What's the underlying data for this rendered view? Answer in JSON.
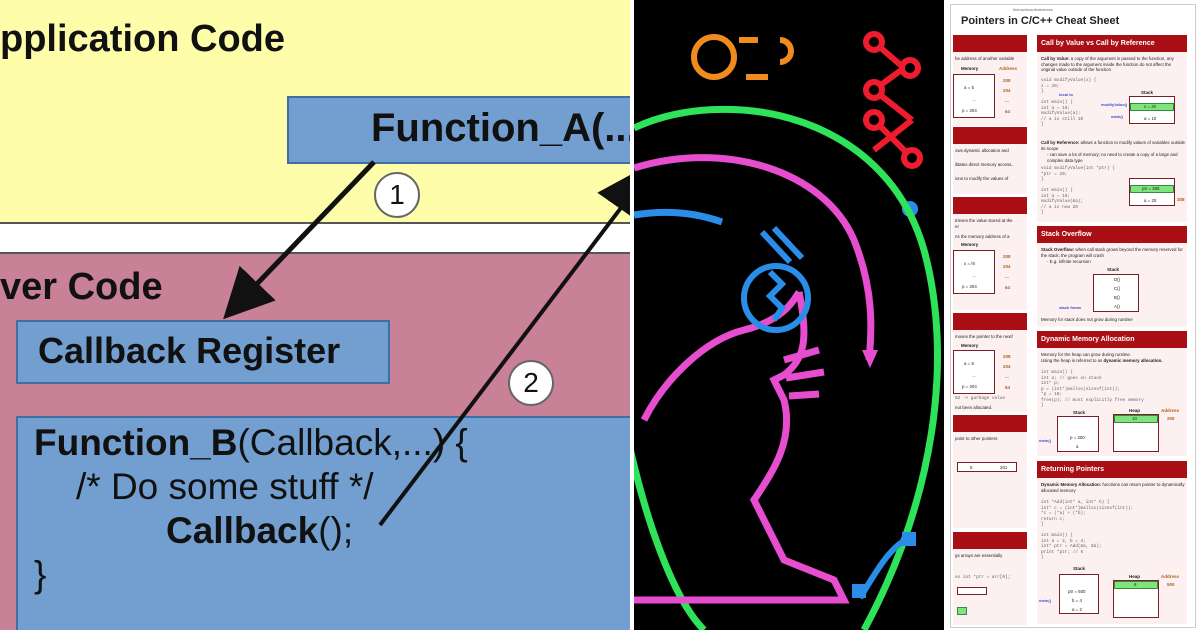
{
  "left_diagram": {
    "app_title": "pplication Code",
    "driver_title": "ver Code",
    "function_a": "Function_A(...",
    "callback_register": "Callback Register",
    "function_b_name": "Function_B",
    "function_b_args": "(Callback,...) {",
    "comment": "/* Do some stuff */",
    "callback_call": "Callback",
    "callback_call_tail": "();",
    "closing_brace": "}",
    "step_1": "1",
    "step_2": "2"
  },
  "cheat_sheet": {
    "brand": "thenucleusofuniverses",
    "title": "Pointers in C/C++ Cheat Sheet",
    "sections_left": {
      "address_text": "he address of another variable",
      "mem_header": "Memory",
      "addr_header": "Address",
      "mem_rows": [
        "a = 5",
        "...",
        "p = 204"
      ],
      "addr_vals": [
        "208",
        "204",
        "...",
        "64"
      ],
      "dyn_text_1": "ows dynamic allocation and",
      "dyn_text_2": "ilitates direct memory access,",
      "dyn_text_3": "ions to modify the values of",
      "deref_text_1": "trieves the value stored at the",
      "deref_text_2": "er",
      "deref_text_3": "ns the memory address of a",
      "deref_rows": [
        "x = ̸ 8",
        "...",
        "p = 204"
      ],
      "deref_addr": [
        "208",
        "204",
        "...",
        "64"
      ],
      "move_text": "moves the pointer to the next/",
      "move_rows": [
        "a = 5",
        "...",
        "p = 204"
      ],
      "move_addr": [
        "208",
        "204",
        "...",
        "64"
      ],
      "garbage_comment": "02 -> garbage value",
      "not_alloc": "not been allocated.",
      "ptr_to_ptr": "point to other pointers",
      "pp_vals": [
        "5",
        "201"
      ],
      "arrays_text": "gs arrays are essentially",
      "arrays_code": "ex int *ptr = arr[0];"
    },
    "call_value": {
      "heading": "Call by Value vs Call by Reference",
      "intro_bold": "Call by Value:",
      "intro": "a copy of the argument is passed to the function, any changes made to the argument inside the function do not affect the original value outside of the function",
      "code": [
        "void modifyValue(x) {",
        "  x = 20;",
        "}",
        "",
        "int main() {",
        "  int a = 10;",
        "  modifyValue(a);",
        "  // a is still 10",
        "}"
      ],
      "local_to": "local to",
      "stack_label": "Stack",
      "cell_1": "x = 20",
      "cell_2": "a = 10",
      "modify_lbl": "modifyValue()",
      "main_lbl": "main()",
      "ref_bold": "Call by Reference:",
      "ref_text": "allows a function to modify values of variables outside its scope",
      "ref_bullet": "- can save a lot of memory; no need to create a copy of a large and complex data type",
      "ref_code": [
        "void modifyValue(int *ptr) {",
        "  *ptr = 20;",
        "}",
        "",
        "int main() {",
        "  int a = 10;",
        "  modifyValue(&a);",
        "  // a is now 20",
        "}"
      ],
      "ref_cell_1": "ptr = 308",
      "ref_cell_2": "a = 20",
      "ref_addr": "308"
    },
    "stack_overflow": {
      "heading": "Stack Overflow",
      "bold": "Stack Overflow:",
      "text": "when call stack grows beyond the memory reserved for the stack; the program will crash",
      "bullet": "- E.g. infinite recursion",
      "stack_label": "Stack",
      "frames": [
        "D()",
        "C()",
        "B()",
        "A()"
      ],
      "frame_lbl": "stack frame",
      "note": "Memory for stack does not grow during runtime"
    },
    "dynamic_alloc": {
      "heading": "Dynamic Memory Allocation",
      "text_1": "Memory for the heap can grow during runtime.",
      "text_2": "Using the heap is referred to as",
      "text_2b": "dynamic memory allocation.",
      "code": [
        "int main() {",
        "  int a;  // goes on stack",
        "  int* p;",
        "  p = (int*)malloc(sizeof(int));",
        "  *p = 10;",
        "  free(p);  // must explicitly free memory",
        "}"
      ],
      "stack_label": "Stack",
      "heap_label": "Heap",
      "addr_label": "Address",
      "heap_val": "10",
      "heap_addr": "200",
      "stack_p": "p = 200",
      "stack_a": "a",
      "main_lbl": "main()"
    },
    "returning": {
      "heading": "Returning Pointers",
      "bold": "Dynamic Memory Allocation:",
      "text": "functions can return pointer to dynamically allocated memory",
      "code": [
        "int *Add(int* a, int* b) {",
        "  int* c = (int*)malloc(sizeof(int));",
        "  *c = (*a) + (*b);",
        "  return c;",
        "}",
        "",
        "int main() {",
        "  int a = 2, b = 4;",
        "  int* ptr = Add(&a, &b);",
        "  print *ptr;  // 6",
        "}"
      ],
      "stack_label": "Stack",
      "heap_label": "Heap",
      "addr_label": "Address",
      "heap_val": "6",
      "heap_addr": "500",
      "cells": [
        "ptr = 500",
        "b = 4",
        "a = 2"
      ],
      "main_lbl": "main()"
    }
  },
  "colors": {
    "app_band": "#fdfdaa",
    "driver_band": "#c98197",
    "box_blue": "#729fcf",
    "neon_orange": "#f08c1e",
    "neon_red": "#ee1c2e",
    "neon_green": "#2ee25a",
    "neon_magenta": "#e64ecf",
    "neon_blue": "#2a8ee8",
    "sheet_red": "#a90f14"
  }
}
